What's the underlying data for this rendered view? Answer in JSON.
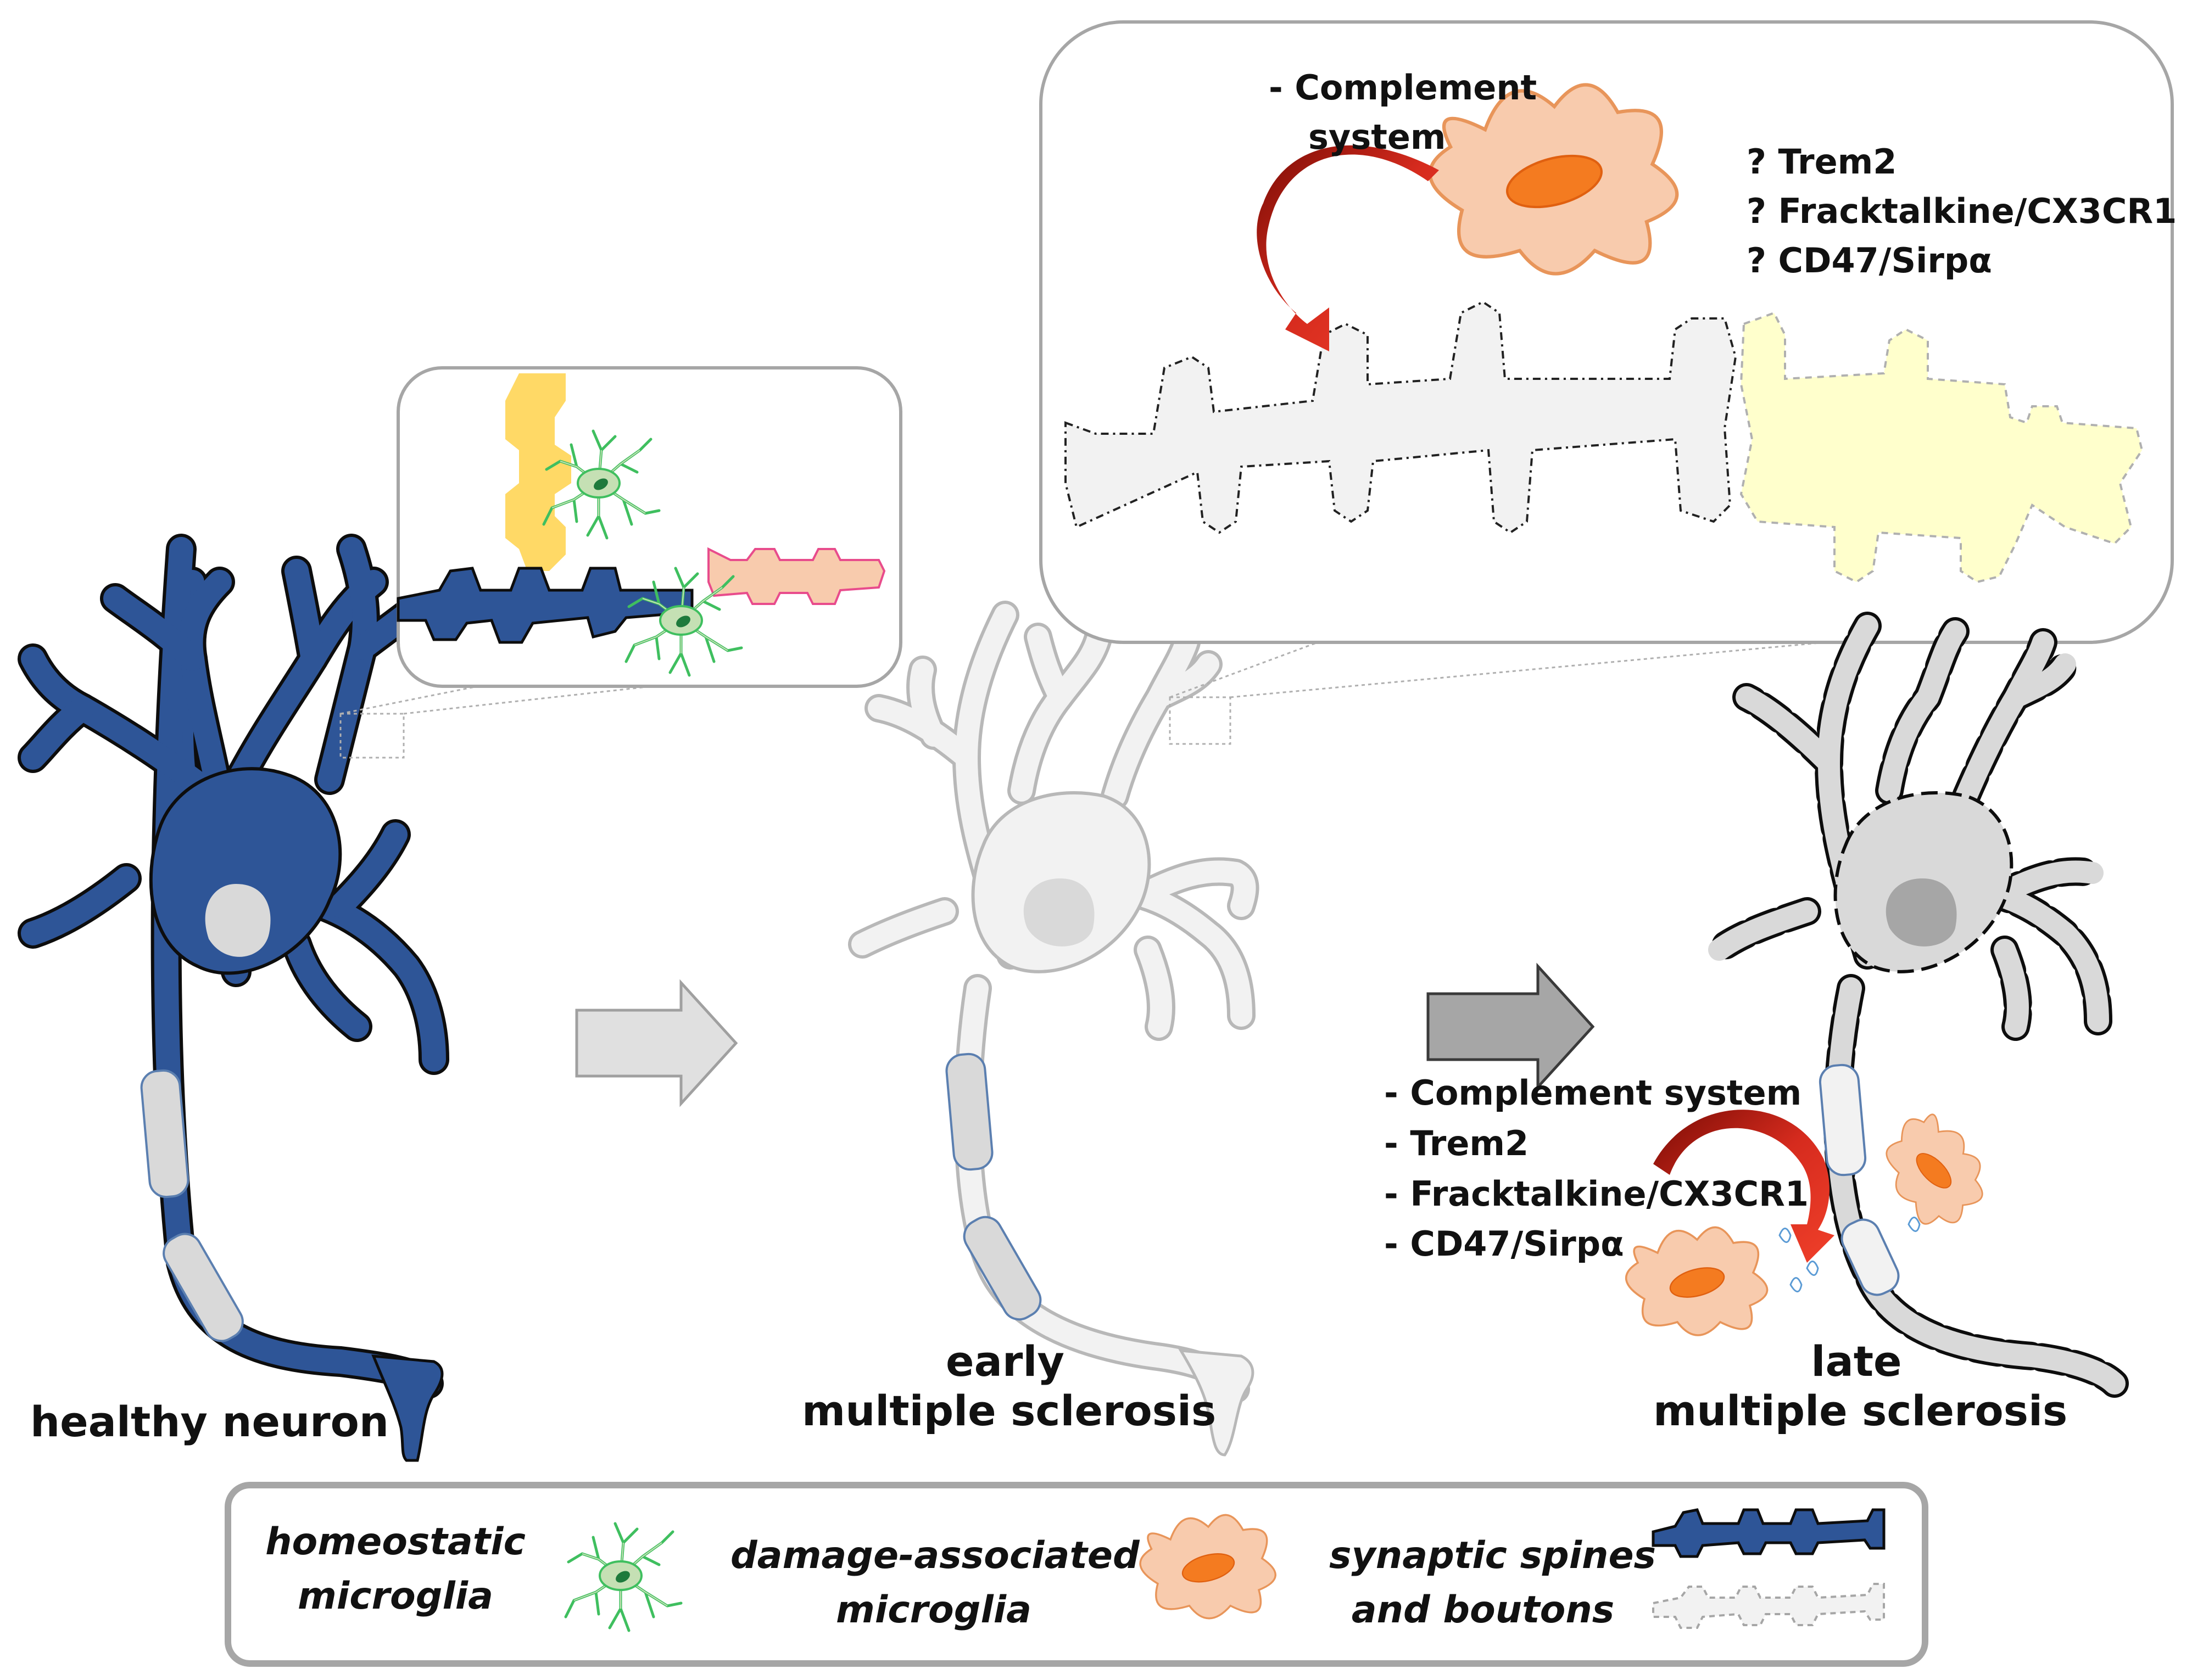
{
  "stages": {
    "healthy": "healthy neuron",
    "early_line1": "early",
    "early_line2": "multiple sclerosis",
    "late_line1": "late",
    "late_line2": "multiple sclerosis"
  },
  "early_inset": {
    "mechanisms": [
      "- Complement",
      "system"
    ],
    "candidates": [
      "? Trem2",
      "? Fracktalkine/CX3CR1",
      "? CD47/Sirpα"
    ]
  },
  "late_mechanisms": [
    "- Complement system",
    "- Trem2",
    "- Fracktalkine/CX3CR1",
    "- CD47/Sirpα"
  ],
  "legend": {
    "homeostatic_line1": "homeostatic",
    "homeostatic_line2": "microglia",
    "damage_line1": "damage-associated",
    "damage_line2": "microglia",
    "spines_line1": "synaptic spines",
    "spines_line2": "and boutons"
  },
  "colors": {
    "healthy_neuron": "#2E5597",
    "damaged_neuron": "#F2F2F2",
    "homeostatic_microglia": "#C5E0B4",
    "damage_microglia": "#F4B183",
    "microglia_nucleus": "#F47B20",
    "complement_arrow": "#D62B1E",
    "myelin": "#D9D9D9"
  }
}
